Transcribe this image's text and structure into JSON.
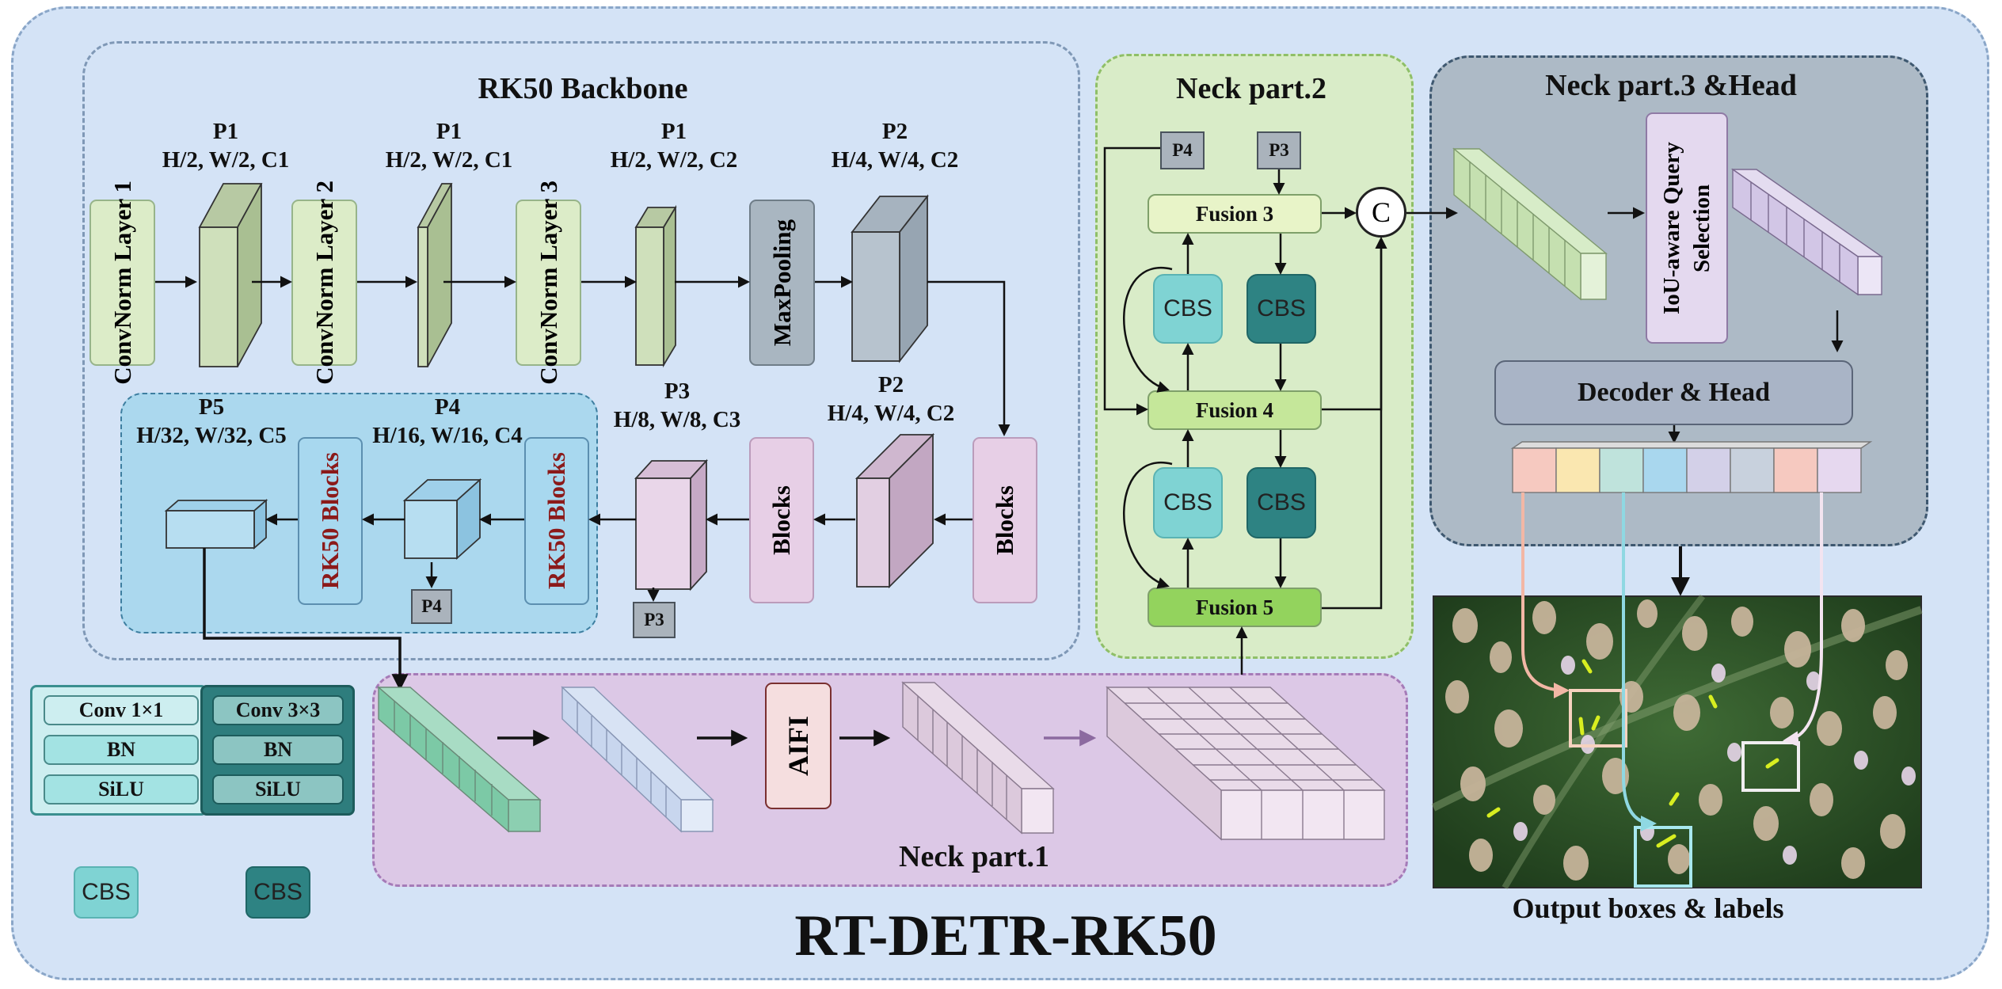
{
  "diagram_title": "RT-DETR-RK50",
  "backbone": {
    "title": "RK50 Backbone",
    "layers": [
      "ConvNorm Layer 1",
      "ConvNorm Layer 2",
      "ConvNorm Layer 3"
    ],
    "maxpool": "MaxPooling",
    "blocks": "Blocks",
    "rk50_blocks": "RK50 Blocks",
    "feature_labels": {
      "f1_name": "P1",
      "f1_dims": "H/2, W/2, C1",
      "f2_name": "P1",
      "f2_dims": "H/2, W/2, C1",
      "f3_name": "P1",
      "f3_dims": "H/2, W/2, C2",
      "f4_name": "P2",
      "f4_dims": "H/4, W/4, C2",
      "f5_name": "P2",
      "f5_dims": "H/4, W/4, C2",
      "f6_name": "P3",
      "f6_dims": "H/8, W/8, C3",
      "f7_name": "P4",
      "f7_dims": "H/16, W/16, C4",
      "f8_name": "P5",
      "f8_dims": "H/32, W/32, C5"
    },
    "tags": {
      "p3": "P3",
      "p4": "P4"
    }
  },
  "neck2": {
    "title": "Neck part.2",
    "tags": {
      "p4": "P4",
      "p3": "P3"
    },
    "fusion3": "Fusion 3",
    "fusion4": "Fusion 4",
    "fusion5": "Fusion 5",
    "cbs": "CBS",
    "concat": "C"
  },
  "neck3": {
    "title": "Neck part.3 &Head",
    "query_selection": "IoU-aware Query Selection",
    "decoder": "Decoder & Head"
  },
  "neck1": {
    "title": "Neck part.1",
    "aifi": "AIFI"
  },
  "legend": {
    "light": {
      "rows": [
        "Conv 1×1",
        "BN",
        "SiLU"
      ],
      "label": "CBS"
    },
    "dark": {
      "rows": [
        "Conv 3×3",
        "BN",
        "SiLU"
      ],
      "label": "CBS"
    }
  },
  "output_caption": "Output boxes & labels",
  "colors": {
    "background": "#d4e3f6",
    "backbone_green": "#dcecc8",
    "neck2_bg": "#d9ecc8",
    "neck3_bg": "#adbac6",
    "neck1_bg": "#dcc8e6",
    "cbs_light": "#7fd3d3",
    "cbs_dark": "#2e8383"
  }
}
